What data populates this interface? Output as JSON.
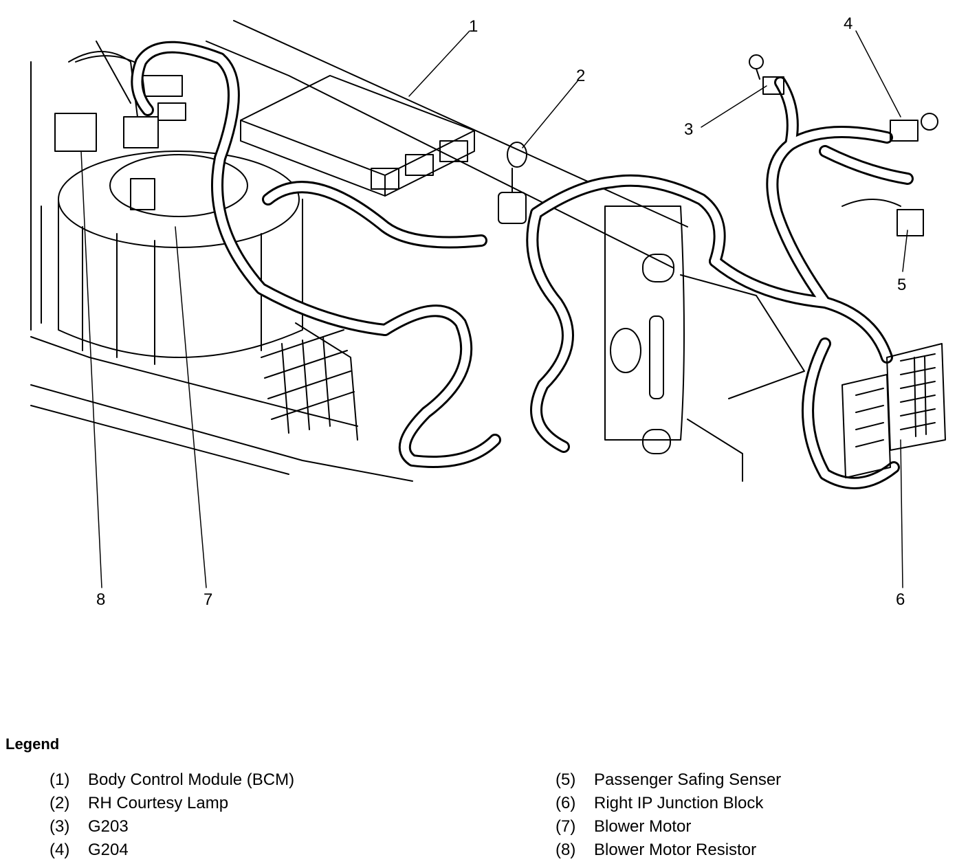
{
  "callouts": {
    "c1": "1",
    "c2": "2",
    "c3": "3",
    "c4": "4",
    "c5": "5",
    "c6": "6",
    "c7": "7",
    "c8": "8"
  },
  "legend": {
    "title": "Legend",
    "left": [
      {
        "num": "(1)",
        "label": "Body Control Module (BCM)"
      },
      {
        "num": "(2)",
        "label": "RH Courtesy Lamp"
      },
      {
        "num": "(3)",
        "label": "G203"
      },
      {
        "num": "(4)",
        "label": "G204"
      }
    ],
    "right": [
      {
        "num": "(5)",
        "label": "Passenger Safing Senser"
      },
      {
        "num": "(6)",
        "label": "Right IP Junction Block"
      },
      {
        "num": "(7)",
        "label": "Blower Motor"
      },
      {
        "num": "(8)",
        "label": "Blower Motor Resistor"
      }
    ]
  }
}
